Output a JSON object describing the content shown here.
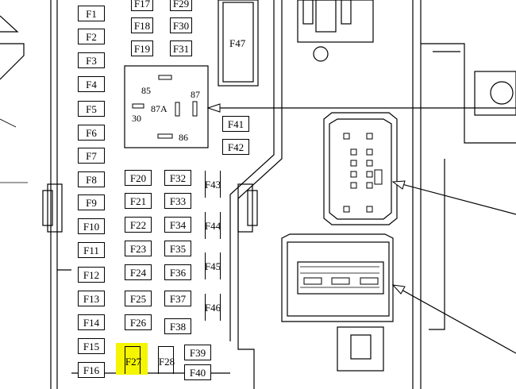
{
  "fuses_left": [
    "F1",
    "F2",
    "F3",
    "F4",
    "F5",
    "F6",
    "F7",
    "F8",
    "F9",
    "F10",
    "F11",
    "F12",
    "F13",
    "F14",
    "F15",
    "F16"
  ],
  "fuses_top": [
    "F17",
    "F18",
    "F19",
    "F29",
    "F30",
    "F31"
  ],
  "fuses_mid_a": [
    "F20",
    "F21",
    "F22",
    "F23",
    "F24",
    "F25",
    "F26"
  ],
  "fuses_mid_b": [
    "F32",
    "F33",
    "F34",
    "F35",
    "F36",
    "F37",
    "F38"
  ],
  "fuses_small": [
    "F43",
    "F44",
    "F45",
    "F46"
  ],
  "fuses_bottom": [
    "F27",
    "F28",
    "F39",
    "F40"
  ],
  "fuses_right": [
    "F41",
    "F42",
    "F47"
  ],
  "relay_pins": [
    "85",
    "87",
    "87A",
    "30",
    "86"
  ],
  "highlight": {
    "fuse": "F27",
    "color": "#f5f500"
  }
}
